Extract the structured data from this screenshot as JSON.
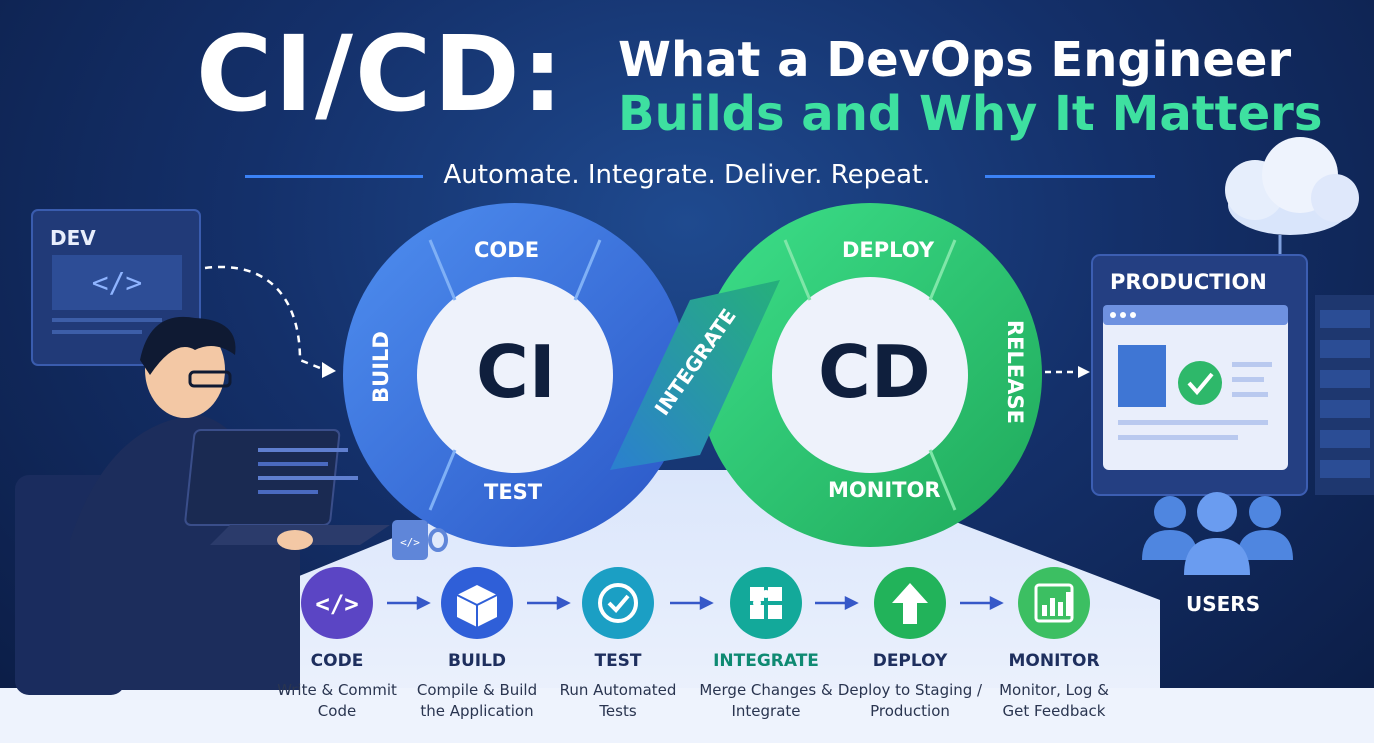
{
  "title": {
    "main": "CI/CD:",
    "line1": "What a DevOps Engineer",
    "line2": "Builds and Why It Matters",
    "tagline": "Automate. Integrate. Deliver. Repeat."
  },
  "loop": {
    "ci_label": "CI",
    "cd_label": "CD",
    "stages": {
      "code": "CODE",
      "build": "BUILD",
      "test": "TEST",
      "integrate": "INTEGRATE",
      "deploy": "DEPLOY",
      "release": "RELEASE",
      "monitor": "MONITOR"
    }
  },
  "scene": {
    "dev_label": "DEV",
    "production_label": "PRODUCTION",
    "users_label": "USERS"
  },
  "steps": [
    {
      "name": "CODE",
      "desc1": "Write & Commit",
      "desc2": "Code",
      "color": "#5b45c4",
      "name_color": "#1e2f5e"
    },
    {
      "name": "BUILD",
      "desc1": "Compile & Build",
      "desc2": "the Application",
      "color": "#2f5fd8",
      "name_color": "#1e2f5e"
    },
    {
      "name": "TEST",
      "desc1": "Run Automated",
      "desc2": "Tests",
      "color": "#1b9fc4",
      "name_color": "#1e2f5e"
    },
    {
      "name": "INTEGRATE",
      "desc1": "Merge Changes &",
      "desc2": "Integrate",
      "color": "#13a99a",
      "name_color": "#0f8a72"
    },
    {
      "name": "DEPLOY",
      "desc1": "Deploy to Staging /",
      "desc2": "Production",
      "color": "#22b35a",
      "name_color": "#1e2f5e"
    },
    {
      "name": "MONITOR",
      "desc1": "Monitor, Log &",
      "desc2": "Get Feedback",
      "color": "#3cbf62",
      "name_color": "#1e2f5e"
    }
  ],
  "icons": [
    "code-icon",
    "cube-icon",
    "check-icon",
    "puzzle-icon",
    "upload-arrow-icon",
    "bar-chart-icon"
  ]
}
